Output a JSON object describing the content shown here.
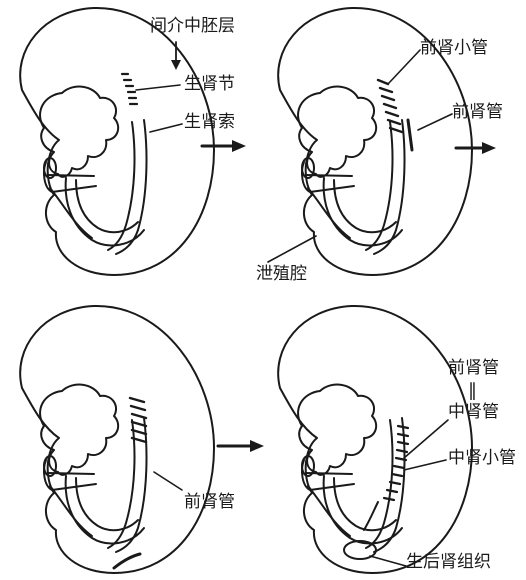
{
  "labels": {
    "intermediate_mesoderm": "间介中胚层",
    "nephrotome": "生肾节",
    "nephrogenic_cord": "生肾索",
    "pronephric_tubule": "前肾小管",
    "pronephric_duct_top": "前肾管",
    "cloaca": "泄殖腔",
    "pronephric_duct_bottom": "前肾管",
    "pronephric_duct_equal": "前肾管",
    "equal_sign": "‖",
    "mesonephric_duct": "中肾管",
    "mesonephric_tubule": "中肾小管",
    "metanephrogenic_tissue": "生后肾组织"
  },
  "colors": {
    "line": "#1a1a1a",
    "background": "#ffffff"
  },
  "icons": [
    "right-arrow-icon",
    "down-arrow-icon"
  ]
}
